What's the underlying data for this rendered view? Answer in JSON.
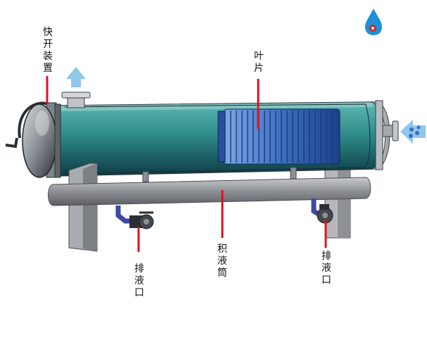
{
  "labels": {
    "quick_open": "快开装置",
    "leaves": "叶片",
    "drain_left": "排液口",
    "drain_right": "排液口",
    "collector": "积液筒"
  },
  "colors": {
    "callout": "#e01020",
    "steel": "#8c8f94",
    "tank_fill": "#2e8a88",
    "leaf_blue": "#3d6fc0",
    "arrow_blue": "#8fc8ea",
    "logo_blue": "#1f8fd8",
    "logo_red": "#d42020"
  },
  "icons": {
    "logo": "water-drop-logo-icon",
    "outlet_arrow": "up-arrow-icon",
    "inlet_arrow": "left-arrow-icon"
  }
}
